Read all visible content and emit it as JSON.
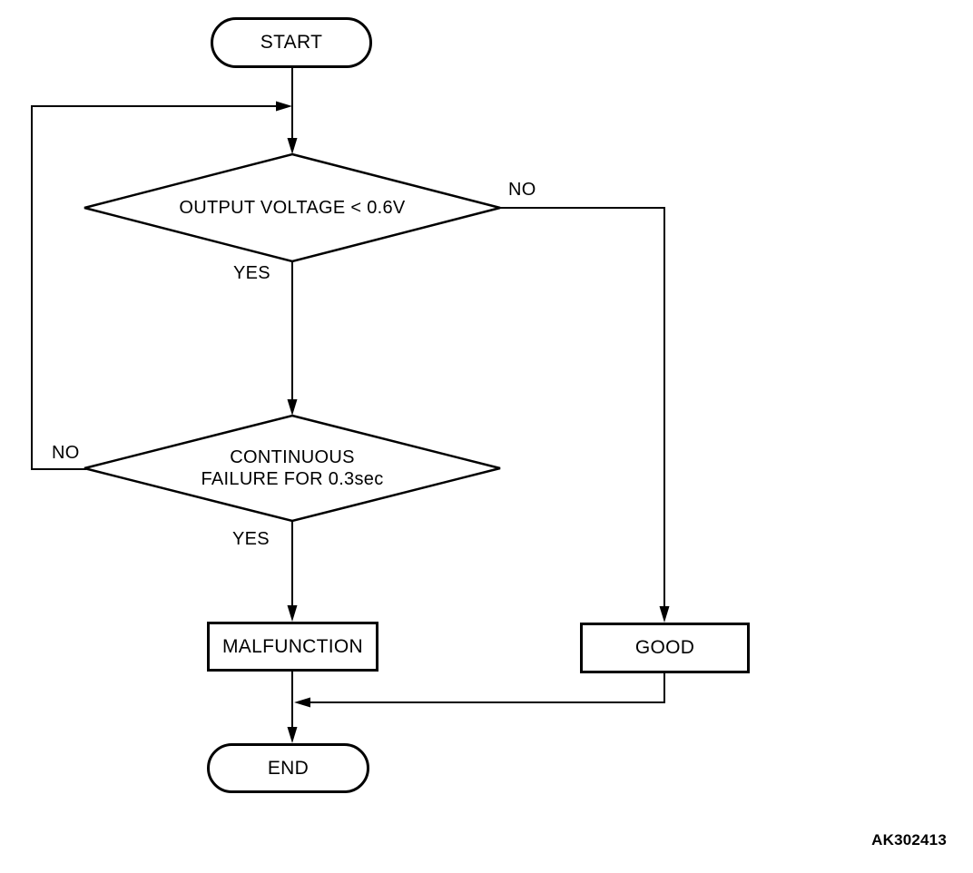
{
  "diagram": {
    "type": "flowchart",
    "figure_code": "AK302413",
    "colors": {
      "line": "#000000",
      "background": "#ffffff",
      "text": "#000000"
    },
    "nodes": {
      "start": {
        "type": "terminator",
        "label": "START"
      },
      "decision1": {
        "type": "decision",
        "label": "OUTPUT VOLTAGE < 0.6V"
      },
      "decision2": {
        "type": "decision",
        "line1": "CONTINUOUS",
        "line2": "FAILURE FOR 0.3sec"
      },
      "malfunction": {
        "type": "process",
        "label": "MALFUNCTION"
      },
      "good": {
        "type": "process",
        "label": "GOOD"
      },
      "end": {
        "type": "terminator",
        "label": "END"
      }
    },
    "edge_labels": {
      "decision1_no": "NO",
      "decision1_yes": "YES",
      "decision2_no": "NO",
      "decision2_yes": "YES"
    },
    "edges": [
      {
        "from": "start",
        "to": "decision1",
        "label": ""
      },
      {
        "from": "decision1",
        "to": "decision2",
        "label": "YES"
      },
      {
        "from": "decision1",
        "to": "good",
        "label": "NO"
      },
      {
        "from": "decision2",
        "to": "malfunction",
        "label": "YES"
      },
      {
        "from": "decision2",
        "to": "decision1",
        "label": "NO"
      },
      {
        "from": "malfunction",
        "to": "end",
        "label": ""
      },
      {
        "from": "good",
        "to": "end",
        "label": ""
      }
    ]
  }
}
